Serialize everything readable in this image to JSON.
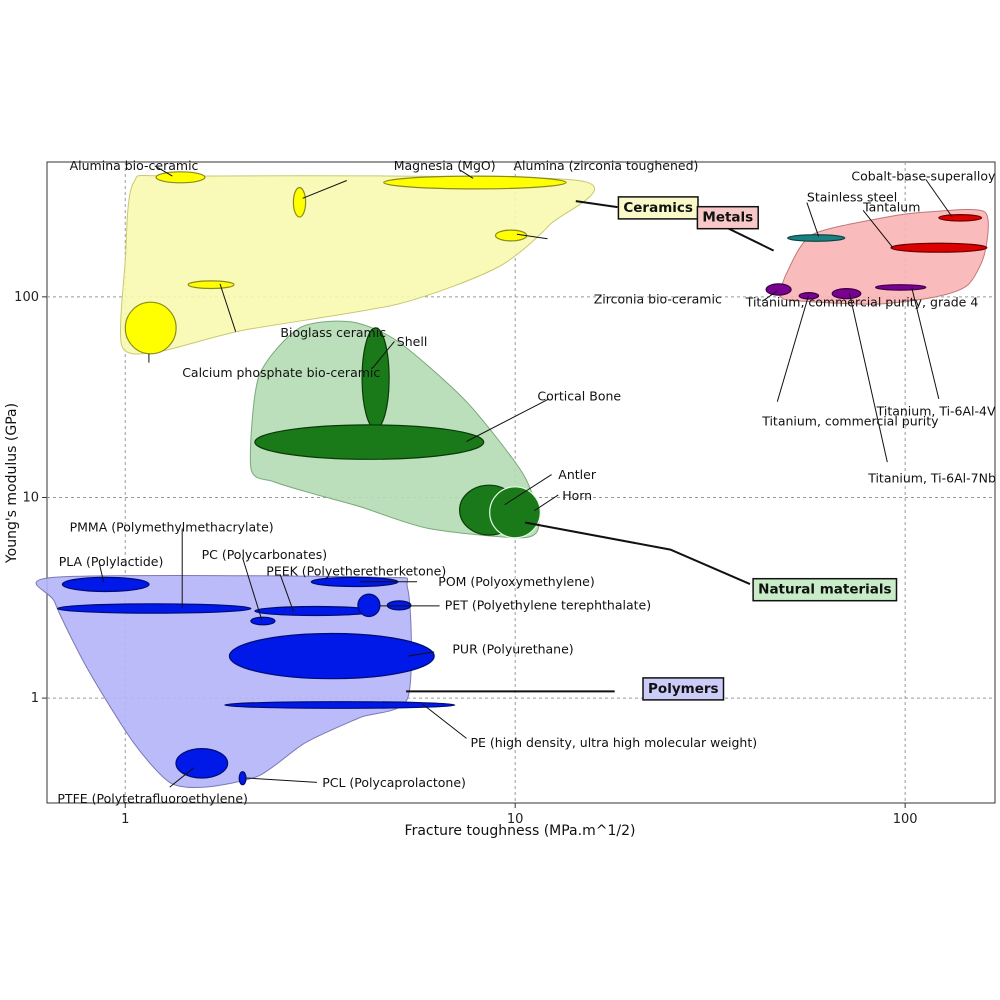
{
  "chart_data": {
    "type": "scatter",
    "title": "",
    "xlabel": "Fracture toughness (MPa.m^1/2)",
    "ylabel": "Young's modulus (GPa)",
    "xscale": "log",
    "yscale": "log",
    "xlim": [
      0.63,
      170
    ],
    "ylim": [
      0.3,
      470
    ],
    "grid": true,
    "x_ticks": [
      {
        "value": 1,
        "label": "1"
      },
      {
        "value": 10,
        "label": "10"
      },
      {
        "value": 100,
        "label": "100"
      }
    ],
    "y_ticks": [
      {
        "value": 1,
        "label": "1"
      },
      {
        "value": 10,
        "label": "10"
      },
      {
        "value": 100,
        "label": "100"
      }
    ],
    "groups": [
      {
        "name": "Ceramics",
        "fill": "#fafab0",
        "stroke": "#c8c870",
        "label_fill": "#fafac8",
        "label_anchor": [
          18.5,
          280
        ],
        "envelope": [
          [
            1.05,
            370
          ],
          [
            1.4,
            400
          ],
          [
            14.5,
            380
          ],
          [
            12.3,
            230
          ],
          [
            9,
            140
          ],
          [
            5,
            92
          ],
          [
            2,
            68
          ],
          [
            1.2,
            53
          ],
          [
            0.98,
            57
          ],
          [
            1.0,
            150
          ]
        ],
        "connector": [
          [
            14.3,
            300
          ],
          [
            18.3,
            280
          ]
        ],
        "members": [
          {
            "name": "Alumina bio-ceramic",
            "x": [
              1.2,
              1.6
            ],
            "y": [
              370,
              420
            ],
            "label_anchor": [
              0.72,
              450
            ],
            "leader": [
              [
                1.19,
                450
              ],
              [
                1.32,
                400
              ]
            ]
          },
          {
            "name": "Magnesia (MgO)",
            "x": [
              2.7,
              2.9
            ],
            "y": [
              250,
              350
            ],
            "label_anchor": [
              4.88,
              450
            ],
            "leader": [
              [
                3.7,
                380
              ],
              [
                2.85,
                310
              ]
            ]
          },
          {
            "name": "Alumina (zirconia toughened)",
            "x": [
              4.6,
              13.5
            ],
            "y": [
              345,
              400
            ],
            "label_anchor": [
              9.9,
              450
            ],
            "leader": [
              [
                7.2,
                430
              ],
              [
                7.8,
                390
              ]
            ]
          },
          {
            "name": "Zirconia bio-ceramic",
            "x": [
              8.9,
              10.7
            ],
            "y": [
              190,
              215
            ],
            "label_anchor": [
              15.9,
              100
            ],
            "leader": [
              [
                12.1,
                195
              ],
              [
                10.1,
                205
              ]
            ],
            "label_dy": 0.55
          },
          {
            "name": "Bioglass ceramic",
            "x": [
              1.45,
              1.9
            ],
            "y": [
              110,
              120
            ],
            "label_anchor": [
              2.5,
              66
            ],
            "leader": [
              [
                1.75,
                116
              ],
              [
                1.92,
                67
              ]
            ],
            "label_dy": 0.3
          },
          {
            "name": "Calcium phosphate bio-ceramic",
            "x": [
              1.0,
              1.35
            ],
            "y": [
              52,
              94
            ],
            "label_anchor": [
              1.4,
              42
            ],
            "leader": [
              [
                1.15,
                52
              ],
              [
                1.15,
                47
              ]
            ]
          }
        ]
      },
      {
        "name": "Metals",
        "fill": "#f8b4b4",
        "stroke": "#c07878",
        "label_fill": "#f8c8c8",
        "label_anchor": [
          29.5,
          250
        ],
        "envelope": [
          [
            48,
            100
          ],
          [
            50,
            135
          ],
          [
            58,
            205
          ],
          [
            90,
            250
          ],
          [
            115,
            265
          ],
          [
            160,
            265
          ],
          [
            160,
            165
          ],
          [
            145,
            115
          ],
          [
            120,
            100
          ],
          [
            85,
            92
          ],
          [
            55,
            95
          ]
        ],
        "connector": [
          [
            32,
            240
          ],
          [
            46,
            170
          ]
        ],
        "members": [
          {
            "name": "Stainless steel",
            "x": [
              50,
              70
            ],
            "y": [
              189,
              204
            ],
            "label_anchor": [
              56,
              315
            ],
            "leader": [
              [
                56,
                295
              ],
              [
                60,
                200
              ]
            ]
          },
          {
            "name": "Tantalum",
            "x": [
              92,
              162
            ],
            "y": [
              167,
              185
            ],
            "label_anchor": [
              78,
              280
            ],
            "leader": [
              [
                78,
                270
              ],
              [
                93,
                176
              ]
            ]
          },
          {
            "name": "Cobalt-base-superalloy",
            "x": [
              122,
              157
            ],
            "y": [
              239,
              257
            ],
            "label_anchor": [
              128,
              400
            ],
            "leader": [
              [
                113,
                385
              ],
              [
                132,
                250
              ]
            ]
          },
          {
            "name": "Titanium, commercial purity, grade 4",
            "x": [
              44,
              51
            ],
            "y": [
              102,
              116
            ],
            "label_anchor": [
              39,
              94
            ],
            "leader": [
              [
                43,
                95
              ],
              [
                47,
                107
              ]
            ],
            "label_dy": 0.35
          },
          {
            "name": "Titanium, commercial purity",
            "x": [
              53.5,
              60
            ],
            "y": [
              97.5,
              105
            ],
            "label_anchor": [
              43,
              24
            ],
            "leader": [
              [
                47,
                30
              ],
              [
                56.5,
                101
              ]
            ],
            "label_dy": 0.35
          },
          {
            "name": "Titanium, Ti-6Al-7Nb",
            "x": [
              65,
              77
            ],
            "y": [
              98,
              110
            ],
            "label_anchor": [
              90,
              12.5
            ],
            "leader": [
              [
                90,
                15
              ],
              [
                72,
                104
              ]
            ],
            "label_dy": 0.35
          },
          {
            "name": "Titanium, Ti-6Al-4V",
            "x": [
              84,
              113
            ],
            "y": [
              108,
              115
            ],
            "label_anchor": [
              155,
              27
            ],
            "leader": [
              [
                122,
                31
              ],
              [
                104,
                111
              ]
            ],
            "label_dy": 0.35
          }
        ]
      },
      {
        "name": "Natural materials",
        "fill": "#b4dab4",
        "stroke": "#7aa87a",
        "label_fill": "#c8ecc8",
        "label_anchor": [
          41,
          3.5
        ],
        "envelope": [
          [
            2.1,
            14
          ],
          [
            2.2,
            40
          ],
          [
            2.8,
            70
          ],
          [
            3.8,
            75
          ],
          [
            5,
            60
          ],
          [
            7.5,
            30
          ],
          [
            10.5,
            13
          ],
          [
            11.5,
            7.5
          ],
          [
            10.5,
            6.3
          ],
          [
            6,
            7
          ],
          [
            4,
            9
          ],
          [
            3,
            10.5
          ],
          [
            2.4,
            12
          ]
        ],
        "connector": [
          [
            10.6,
            7.5
          ],
          [
            25,
            5.5
          ],
          [
            40,
            3.7
          ]
        ],
        "members": [
          {
            "name": "Shell",
            "x": [
              4.05,
              4.75
            ],
            "y": [
              22,
              70
            ],
            "label_anchor": [
              4.97,
              60
            ],
            "leader": [
              [
                4.9,
                60
              ],
              [
                4.3,
                44
              ]
            ]
          },
          {
            "name": "Cortical Bone",
            "x": [
              2.15,
              8.3
            ],
            "y": [
              15.5,
              23
            ],
            "label_anchor": [
              11.4,
              32
            ],
            "leader": [
              [
                12.2,
                31
              ],
              [
                7.5,
                19
              ]
            ]
          },
          {
            "name": "Antler",
            "x": [
              7.2,
              10.2
            ],
            "y": [
              6.5,
              11.5
            ],
            "label_anchor": [
              12.9,
              13
            ],
            "leader": [
              [
                12.4,
                13
              ],
              [
                9.4,
                9.2
              ]
            ]
          },
          {
            "name": "Horn",
            "x": [
              8.6,
              11.6
            ],
            "y": [
              6.3,
              11.3
            ],
            "label_anchor": [
              13.2,
              10.2
            ],
            "leader": [
              [
                12.9,
                10.3
              ],
              [
                11.2,
                8.6
              ]
            ]
          }
        ]
      },
      {
        "name": "Polymers",
        "fill": "#b4b4f8",
        "stroke": "#7878b8",
        "label_fill": "#ccccf8",
        "label_anchor": [
          21.4,
          1.12
        ],
        "envelope": [
          [
            0.66,
            4.0
          ],
          [
            4.4,
            4.0
          ],
          [
            5.3,
            3.5
          ],
          [
            5.3,
            1.0
          ],
          [
            4,
            0.8
          ],
          [
            2.9,
            0.6
          ],
          [
            2.2,
            0.41
          ],
          [
            1.6,
            0.36
          ],
          [
            1.3,
            0.38
          ],
          [
            1.05,
            0.6
          ],
          [
            0.8,
            1.4
          ],
          [
            0.66,
            3.0
          ]
        ],
        "connector": [
          [
            5.25,
            1.08
          ],
          [
            18,
            1.08
          ]
        ],
        "members": [
          {
            "name": "PMMA (Polymethylmethacrylate)",
            "x": [
              0.67,
              2.1
            ],
            "y": [
              2.65,
              2.95
            ],
            "label_anchor": [
              0.72,
              7.1
            ],
            "leader": [
              [
                1.4,
                7.0
              ],
              [
                1.4,
                2.8
              ]
            ]
          },
          {
            "name": "PLA (Polylactide)",
            "x": [
              0.69,
              1.15
            ],
            "y": [
              3.4,
              4.0
            ],
            "label_anchor": [
              0.675,
              4.8
            ],
            "leader": [
              [
                0.86,
                4.6
              ],
              [
                0.88,
                3.8
              ]
            ]
          },
          {
            "name": "PC (Polycarbonates)",
            "x": [
              2.1,
              2.42
            ],
            "y": [
              2.32,
              2.53
            ],
            "label_anchor": [
              1.57,
              5.2
            ],
            "leader": [
              [
                2.0,
                5.0
              ],
              [
                2.24,
                2.45
              ]
            ]
          },
          {
            "name": "PEEK (Polyetheretherketone)",
            "x": [
              2.15,
              4.4
            ],
            "y": [
              2.58,
              2.86
            ],
            "label_anchor": [
              2.3,
              4.3
            ],
            "leader": [
              [
                2.5,
                4.1
              ],
              [
                2.7,
                2.7
              ]
            ]
          },
          {
            "name": "POM (Polyoxymethylene)",
            "x": [
              3.0,
              5.0
            ],
            "y": [
              3.6,
              4.0
            ],
            "label_anchor": [
              6.35,
              3.8
            ],
            "leader": [
              [
                5.6,
                3.8
              ],
              [
                4.0,
                3.8
              ]
            ],
            "label_dy": 0.35
          },
          {
            "name": "PET (Polyethylene terephthalate)",
            "x": [
              4.7,
              5.4
            ],
            "y": [
              2.75,
              3.05
            ],
            "label_anchor": [
              6.6,
              2.9
            ],
            "leader": [
              [
                6.4,
                2.88
              ],
              [
                4.5,
                2.88
              ]
            ]
          },
          {
            "name": "PET (Polyethylene terephthalate)",
            "x": [
              3.95,
              4.5
            ],
            "y": [
              2.55,
              3.3
            ],
            "label_anchor": null,
            "leader": null
          },
          {
            "name": "PUR (Polyurethane)",
            "x": [
              1.85,
              6.2
            ],
            "y": [
              1.25,
              2.1
            ],
            "label_anchor": [
              6.9,
              1.75
            ],
            "leader": [
              [
                6.2,
                1.7
              ],
              [
                5.3,
                1.62
              ]
            ]
          },
          {
            "name": "PE (high density, ultra high molecular weight)",
            "x": [
              1.8,
              7.0
            ],
            "y": [
              0.89,
              0.96
            ],
            "label_anchor": [
              7.68,
              0.6
            ],
            "leader": [
              [
                7.5,
                0.63
              ],
              [
                5.8,
                0.93
              ]
            ],
            "label_dy": 0.35
          },
          {
            "name": "PTFE (Polytetrafluoroethylene)",
            "x": [
              1.35,
              1.83
            ],
            "y": [
              0.4,
              0.56
            ],
            "label_anchor": [
              0.67,
              0.315
            ],
            "leader": [
              [
                1.3,
                0.36
              ],
              [
                1.5,
                0.45
              ]
            ]
          },
          {
            "name": "PCL (Polycaprolactone)",
            "x": [
              1.96,
              2.04
            ],
            "y": [
              0.37,
              0.43
            ],
            "label_anchor": [
              3.2,
              0.38
            ],
            "leader": [
              [
                3.1,
                0.38
              ],
              [
                2.03,
                0.4
              ]
            ],
            "label_dy": 0.35
          }
        ]
      }
    ],
    "member_colors": {
      "Ceramics": {
        "fill": "#ffff00",
        "stroke": "#8a8a20"
      },
      "Metals": {
        "fill": "#dd0000",
        "stroke": "#660000"
      },
      "Natural materials": {
        "fill": "#1a7a1a",
        "stroke": "#0a3a0a"
      },
      "Polymers": {
        "fill": "#0018e8",
        "stroke": "#000c70"
      }
    },
    "member_color_overrides": {
      "Stainless steel": {
        "fill": "#1a8080",
        "stroke": "#0a4040"
      },
      "Titanium, commercial purity, grade 4": {
        "fill": "#7a0090",
        "stroke": "#3a0048"
      },
      "Titanium, commercial purity": {
        "fill": "#7a0090",
        "stroke": "#3a0048"
      },
      "Titanium, Ti-6Al-7Nb": {
        "fill": "#7a0090",
        "stroke": "#3a0048"
      },
      "Titanium, Ti-6Al-4V": {
        "fill": "#7a0090",
        "stroke": "#3a0048"
      },
      "Horn": {
        "fill": "#1a7a1a",
        "stroke": "#e8f8e8"
      }
    }
  }
}
